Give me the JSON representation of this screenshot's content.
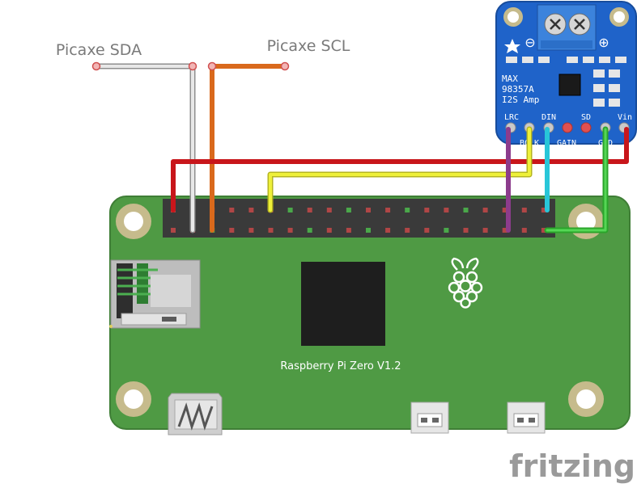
{
  "labels": {
    "picaxe_sda": "Picaxe SDA",
    "picaxe_scl": "Picaxe SCL"
  },
  "board": {
    "name": "Raspberry Pi Zero V1.2"
  },
  "amp": {
    "title_line1": "MAX",
    "title_line2": "98357A",
    "title_line3": "I2S  Amp",
    "pin_top": [
      "LRC",
      "DIN",
      "SD",
      "Vin"
    ],
    "pin_bottom": [
      "BCLK",
      "GAIN",
      "GND"
    ],
    "minus": "⊖",
    "plus": "⊕"
  },
  "brand": {
    "logo": "fritzing"
  },
  "wires": [
    {
      "name": "sda-wire",
      "color": "#d4d4d4"
    },
    {
      "name": "scl-wire",
      "color": "#d9691c"
    },
    {
      "name": "power-wire",
      "color": "#c8161b"
    },
    {
      "name": "bclk-wire",
      "color": "#eaea2a"
    },
    {
      "name": "lrc-wire",
      "color": "#8c3c8c"
    },
    {
      "name": "din-wire",
      "color": "#28c6d8"
    },
    {
      "name": "gnd-wire",
      "color": "#3cb83c"
    }
  ],
  "colors": {
    "pcb": "#4f9a44",
    "amp_board": "#1f63c9",
    "header": "#3a3a3a",
    "chip": "#1e1e1e",
    "mount_hole": "#c6bb8c"
  }
}
